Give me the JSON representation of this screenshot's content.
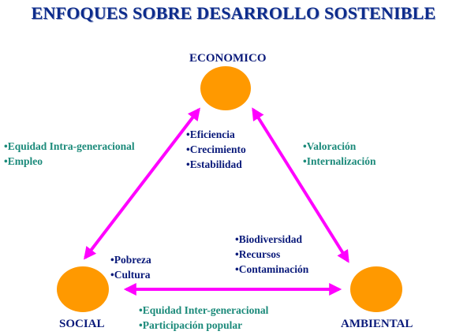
{
  "title": "ENFOQUES SOBRE DESARROLLO SOSTENIBLE",
  "nodes": {
    "economico": "ECONOMICO",
    "social": "SOCIAL",
    "ambiental": "AMBIENTAL"
  },
  "lists": {
    "economico_inner": [
      "•Eficiencia",
      "•Crecimiento",
      "•Estabilidad"
    ],
    "social_inner": [
      "•Pobreza",
      "•Cultura"
    ],
    "ambiental_inner": [
      "•Biodiversidad",
      "•Recursos",
      "•Contaminación"
    ],
    "edge_social_economico": [
      "•Equidad Intra-generacional",
      "•Empleo"
    ],
    "edge_economico_ambiental": [
      "•Valoración",
      "•Internalización"
    ],
    "edge_social_ambiental": [
      "•Equidad Inter-generacional",
      "•Participación popular"
    ]
  },
  "colors": {
    "title": "#0d2c8c",
    "node_circle": "#ff9900",
    "arrow": "#ff00ff",
    "inner_text": "#0a1a7a",
    "edge_text": "#1b8a7a"
  }
}
